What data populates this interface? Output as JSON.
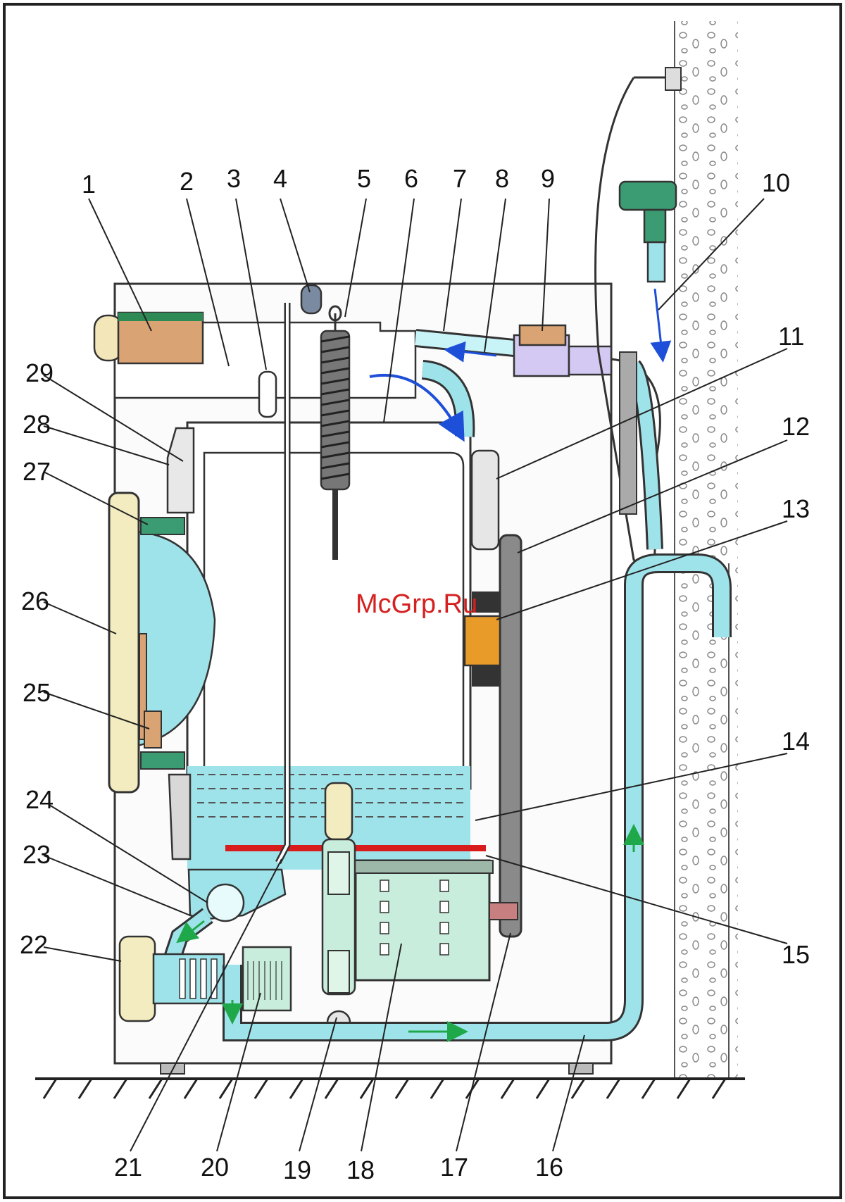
{
  "watermark": "McGrp.Ru",
  "colors": {
    "frame": "#222222",
    "water": "#9fe3ea",
    "arrow": "#1e4fd8",
    "heater": "#d81b1b",
    "flow_arrow": "#1fa84a"
  },
  "labels": [
    {
      "id": "1",
      "text": "1"
    },
    {
      "id": "2",
      "text": "2"
    },
    {
      "id": "3",
      "text": "3"
    },
    {
      "id": "4",
      "text": "4"
    },
    {
      "id": "5",
      "text": "5"
    },
    {
      "id": "6",
      "text": "6"
    },
    {
      "id": "7",
      "text": "7"
    },
    {
      "id": "8",
      "text": "8"
    },
    {
      "id": "9",
      "text": "9"
    },
    {
      "id": "10",
      "text": "10"
    },
    {
      "id": "11",
      "text": "11"
    },
    {
      "id": "12",
      "text": "12"
    },
    {
      "id": "13",
      "text": "13"
    },
    {
      "id": "14",
      "text": "14"
    },
    {
      "id": "15",
      "text": "15"
    },
    {
      "id": "16",
      "text": "16"
    },
    {
      "id": "17",
      "text": "17"
    },
    {
      "id": "18",
      "text": "18"
    },
    {
      "id": "19",
      "text": "19"
    },
    {
      "id": "20",
      "text": "20"
    },
    {
      "id": "21",
      "text": "21"
    },
    {
      "id": "22",
      "text": "22"
    },
    {
      "id": "23",
      "text": "23"
    },
    {
      "id": "24",
      "text": "24"
    },
    {
      "id": "25",
      "text": "25"
    },
    {
      "id": "26",
      "text": "26"
    },
    {
      "id": "27",
      "text": "27"
    },
    {
      "id": "28",
      "text": "28"
    },
    {
      "id": "29",
      "text": "29"
    }
  ]
}
